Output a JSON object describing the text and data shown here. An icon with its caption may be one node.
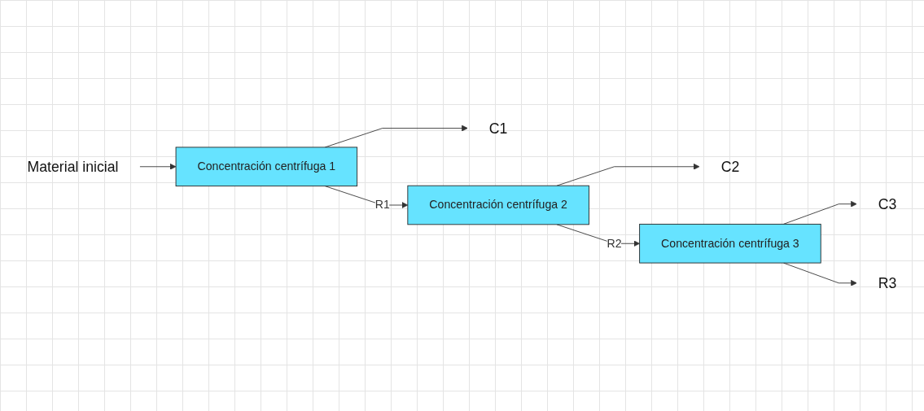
{
  "diagram": {
    "nodes": [
      {
        "text": [
          "Material inicial"
        ]
      },
      {
        "text": [
          "Concentración centrífuga 1"
        ]
      },
      {
        "text": [
          "C1"
        ]
      },
      {
        "text": [
          "Concentración centrífuga 2"
        ]
      },
      {
        "text": [
          "C2"
        ]
      },
      {
        "text": [
          "Concentración centrífuga 3"
        ]
      },
      {
        "text": [
          "C3"
        ]
      },
      {
        "text": [
          "R3"
        ]
      }
    ],
    "edges": [
      {
        "from": 0,
        "to": 1,
        "arrow": "to"
      },
      {
        "from": 1,
        "to": 2,
        "arrow": "to"
      },
      {
        "from": 1,
        "to": 3,
        "arrow": "to",
        "label": "R1"
      },
      {
        "from": 3,
        "to": 4,
        "arrow": "to"
      },
      {
        "from": 3,
        "to": 5,
        "arrow": "to",
        "label": "R2"
      },
      {
        "from": 5,
        "to": 6,
        "arrow": "to"
      },
      {
        "from": 5,
        "to": 7,
        "arrow": "to"
      }
    ]
  }
}
